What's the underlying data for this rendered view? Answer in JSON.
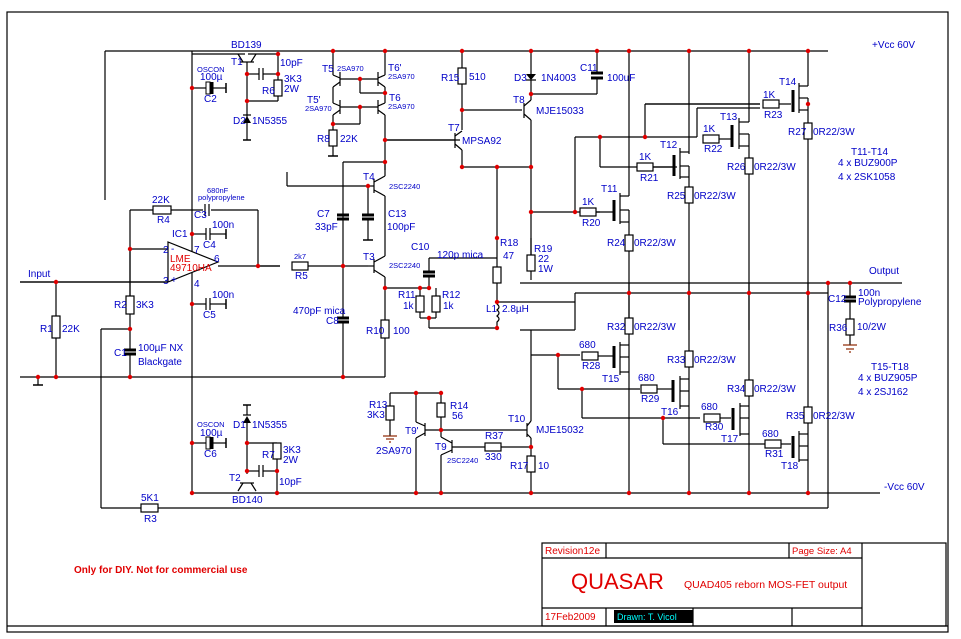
{
  "rails": {
    "pos": "+Vcc 60V",
    "neg": "-Vcc 60V"
  },
  "io": {
    "input": "Input",
    "output": "Output"
  },
  "opamp": {
    "ref": "IC1",
    "part_line1": "LME",
    "part_line2": "49710HA",
    "pin_inv": "2",
    "pin_noninv": "3",
    "pin_vpos": "7",
    "pin_out": "6",
    "pin_vneg": "4",
    "inv_sign": "-",
    "noninv_sign": "+"
  },
  "resistors": {
    "R1": {
      "ref": "R1",
      "value": "22K"
    },
    "R2": {
      "ref": "R2",
      "value": "3K3"
    },
    "R3": {
      "ref": "R3",
      "value": "5K1"
    },
    "R4": {
      "ref": "R4",
      "value": "22K"
    },
    "R5": {
      "ref": "R5",
      "value": "2k7"
    },
    "R6": {
      "ref": "R6",
      "value": "3K3",
      "power": "2W"
    },
    "R7": {
      "ref": "R7",
      "value": "3K3",
      "power": "2W"
    },
    "R8": {
      "ref": "R8",
      "value": "22K"
    },
    "R10": {
      "ref": "R10",
      "value": "100"
    },
    "R11": {
      "ref": "R11",
      "value": "1k"
    },
    "R12": {
      "ref": "R12",
      "value": "1k"
    },
    "R13": {
      "ref": "R13",
      "value": "3K3"
    },
    "R14": {
      "ref": "R14",
      "value": "56"
    },
    "R15": {
      "ref": "R15",
      "value": "510"
    },
    "R17": {
      "ref": "R17",
      "value": "10"
    },
    "R18": {
      "ref": "R18",
      "value": "47"
    },
    "R19": {
      "ref": "R19",
      "value": "22",
      "power": "1W"
    },
    "R20": {
      "ref": "R20",
      "value": "1K"
    },
    "R21": {
      "ref": "R21",
      "value": "1K"
    },
    "R22": {
      "ref": "R22",
      "value": "1K"
    },
    "R23": {
      "ref": "R23",
      "value": "1K"
    },
    "R24": {
      "ref": "R24",
      "value": "0R22/3W"
    },
    "R25": {
      "ref": "R25",
      "value": "0R22/3W"
    },
    "R26": {
      "ref": "R26",
      "value": "0R22/3W"
    },
    "R27": {
      "ref": "R27",
      "value": "0R22/3W"
    },
    "R28": {
      "ref": "R28",
      "value": "680"
    },
    "R29": {
      "ref": "R29",
      "value": "680"
    },
    "R30": {
      "ref": "R30",
      "value": "680"
    },
    "R31": {
      "ref": "R31",
      "value": "680"
    },
    "R32": {
      "ref": "R32",
      "value": "0R22/3W"
    },
    "R33": {
      "ref": "R33",
      "value": "0R22/3W"
    },
    "R34": {
      "ref": "R34",
      "value": "0R22/3W"
    },
    "R35": {
      "ref": "R35",
      "value": "0R22/3W"
    },
    "R36": {
      "ref": "R36",
      "value": "10/2W"
    },
    "R37": {
      "ref": "R37",
      "value": "330"
    }
  },
  "capacitors": {
    "C1": {
      "ref": "C1",
      "value": "100µF NX",
      "note": "Blackgate"
    },
    "C2": {
      "ref": "C2",
      "brand": "OSCON",
      "value": "100µ"
    },
    "C3": {
      "ref": "C3",
      "value": "680nF",
      "note": "polypropylene"
    },
    "C4": {
      "ref": "C4",
      "value": "100n"
    },
    "C5": {
      "ref": "C5",
      "value": "100n"
    },
    "C6": {
      "ref": "C6",
      "brand": "OSCON",
      "value": "100µ"
    },
    "C7": {
      "ref": "C7",
      "value": "33pF"
    },
    "C8": {
      "ref": "C8",
      "value": "470pF mica"
    },
    "C10": {
      "ref": "C10",
      "value": "120p mica"
    },
    "C11": {
      "ref": "C11",
      "value": "100uF"
    },
    "C12": {
      "ref": "C12",
      "value": "100n",
      "note": "Polypropylene"
    },
    "C13": {
      "ref": "C13",
      "value": "100pF"
    },
    "C_T1": {
      "value": "10pF"
    },
    "C_T2": {
      "value": "10pF"
    }
  },
  "inductor": {
    "ref": "L1",
    "value": "2.8µH"
  },
  "diodes": {
    "D1": {
      "ref": "D1",
      "part": "1N5355"
    },
    "D2": {
      "ref": "D2",
      "part": "1N5355"
    },
    "D3": {
      "ref": "D3",
      "part": "1N4003"
    }
  },
  "transistors": {
    "T1": {
      "ref": "T1",
      "part": "BD139"
    },
    "T2": {
      "ref": "T2",
      "part": "BD140"
    },
    "T3": {
      "ref": "T3",
      "part": "2SC2240"
    },
    "T4": {
      "ref": "T4",
      "part": "2SC2240"
    },
    "T5": {
      "ref": "T5",
      "part": "2SA970"
    },
    "T5p": {
      "ref": "T5'",
      "part": "2SA970"
    },
    "T6": {
      "ref": "T6",
      "part": "2SA970"
    },
    "T6p": {
      "ref": "T6'",
      "part": "2SA970"
    },
    "T7": {
      "ref": "T7",
      "part": "MPSA92"
    },
    "T8": {
      "ref": "T8",
      "part": "MJE15033"
    },
    "T9": {
      "ref": "T9",
      "part": "2SC2240"
    },
    "T9p": {
      "ref": "T9'",
      "part": "2SA970"
    },
    "T10": {
      "ref": "T10",
      "part": "MJE15032"
    },
    "T11": {
      "ref": "T11"
    },
    "T12": {
      "ref": "T12"
    },
    "T13": {
      "ref": "T13"
    },
    "T14": {
      "ref": "T14"
    },
    "T15": {
      "ref": "T15"
    },
    "T16": {
      "ref": "T16"
    },
    "T17": {
      "ref": "T17"
    },
    "T18": {
      "ref": "T18"
    }
  },
  "notes": {
    "upper_fets": {
      "title": "T11-T14",
      "line1": "4 x BUZ900P",
      "line2": "4 x 2SK1058"
    },
    "lower_fets": {
      "title": "T15-T18",
      "line1": "4 x BUZ905P",
      "line2": "4 x 2SJ162"
    },
    "disclaimer": "Only for DIY. Not for commercial use"
  },
  "title_block": {
    "revision": "Revision12e",
    "page_size": "Page Size: A4",
    "title": "QUASAR",
    "subtitle": "QUAD405 reborn MOS-FET output",
    "date": "17Feb2009",
    "drawn_by": "Drawn: T. Vicol"
  },
  "colors": {
    "wire": "#000000",
    "label": "#0000c8",
    "junction": "#e00000",
    "title": "#e00000",
    "drawn_bg": "#000000",
    "drawn_fg": "#00ffff"
  }
}
